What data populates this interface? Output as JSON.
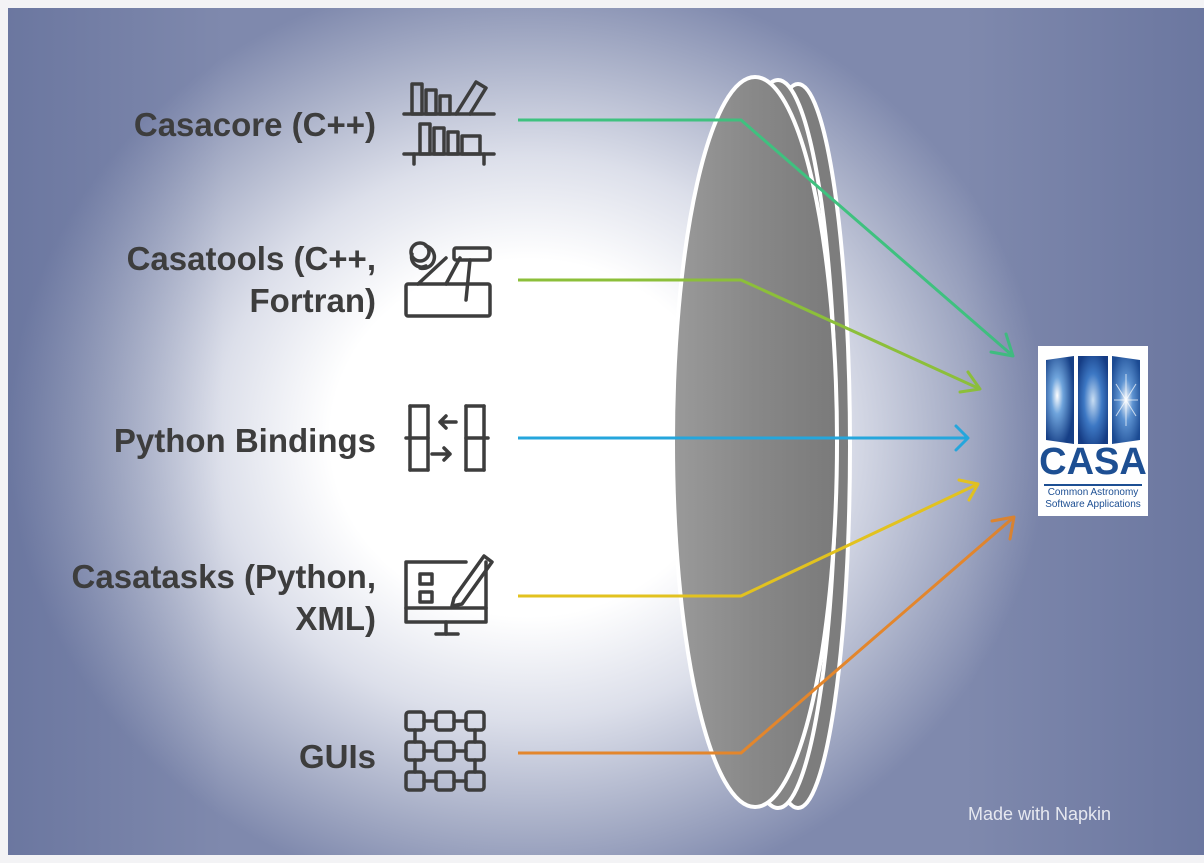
{
  "inputs": [
    {
      "label": "Casacore (C++)",
      "icon": "bookshelf-icon",
      "color": "#3fc17f"
    },
    {
      "label": "Casatools (C++,\nFortran)",
      "icon": "toolbox-icon",
      "color": "#8cbf3a"
    },
    {
      "label": "Python Bindings",
      "icon": "binding-arrows-icon",
      "color": "#25a6dc"
    },
    {
      "label": "Casatasks (Python,\nXML)",
      "icon": "monitor-edit-icon",
      "color": "#e2c21f"
    },
    {
      "label": "GUIs",
      "icon": "grid-network-icon",
      "color": "#e3862c"
    }
  ],
  "output": {
    "logo_title": "CASA",
    "logo_subtitle_1": "Common Astronomy",
    "logo_subtitle_2": "Software Applications",
    "brand_color": "#1d4f93"
  },
  "lens_color": "#8e8e8e",
  "watermark": "Made with Napkin"
}
